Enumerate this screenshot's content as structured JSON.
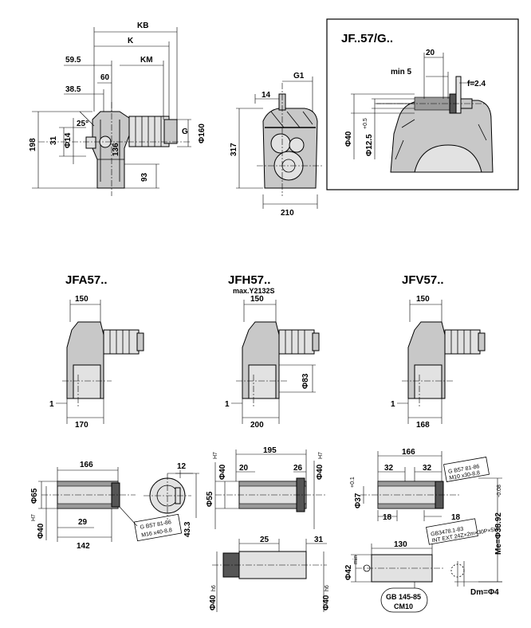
{
  "labels": {
    "KB": "KB",
    "K": "K",
    "KM": "KM",
    "d59_5": "59.5",
    "d60": "60",
    "d38_5": "38.5",
    "d25": "25°",
    "d198": "198",
    "d31": "31",
    "phi14": "Φ14",
    "d136": "136",
    "G": "G",
    "phi160": "Φ160",
    "d93": "93",
    "G1": "G1",
    "d14": "14",
    "d317": "317",
    "d210": "210"
  },
  "inset": {
    "title": "JF..57/G..",
    "d20": "20",
    "min5": "min 5",
    "f": "f=2.4",
    "phi40": "Φ40",
    "phi12_5": "Φ12.5",
    "phi12_5_sup": "+0.5"
  },
  "views": {
    "jfa": {
      "title": "JFA57..",
      "w150": "150",
      "w170": "170",
      "d1": "1"
    },
    "jfh": {
      "title": "JFH57..",
      "sub": "max.Y2132S",
      "w150": "150",
      "w200": "200",
      "d1": "1",
      "phi83": "Φ83"
    },
    "jfv": {
      "title": "JFV57..",
      "w150": "150",
      "w168": "168",
      "d1": "1"
    }
  },
  "shafts": {
    "a": {
      "d166": "166",
      "d12": "12",
      "phi65": "Φ65",
      "phi40": "Φ40",
      "phi40_sup": "H7",
      "d29": "29",
      "d142": "142",
      "d43_3": "43.3",
      "note1": "G B57 81-86",
      "note2": "M16 x40-8.8"
    },
    "h": {
      "d195": "195",
      "d20": "20",
      "d26": "26",
      "phi40l": "Φ40",
      "phi40l_sup": "H7",
      "phi40r": "Φ40",
      "phi40r_sup": "H7",
      "phi55": "Φ55",
      "d25": "25",
      "d31": "31",
      "phi40bl": "Φ40",
      "phi40bl_sup": "h6",
      "phi40br": "Φ40",
      "phi40br_sup": "h6"
    },
    "v": {
      "d166": "166",
      "d32a": "32",
      "d32b": "32",
      "d18a": "18",
      "d18b": "18",
      "phi37": "Φ37",
      "phi37_sup": "+0.1",
      "note1": "G B57 81-86",
      "note2": "M10 x30-8.8",
      "gb3478": "GB3478.1-83",
      "gb3478_sub": "INT EXT 24Z×2m×30P×5H",
      "d130": "130",
      "phi42": "Φ42",
      "phi42_sub": "min",
      "me": "Me=Φ38.92",
      "me_sub": "-0.08",
      "gb145": "GB 145-85",
      "cm10": "CM10",
      "dm": "Dm=Φ4"
    }
  }
}
